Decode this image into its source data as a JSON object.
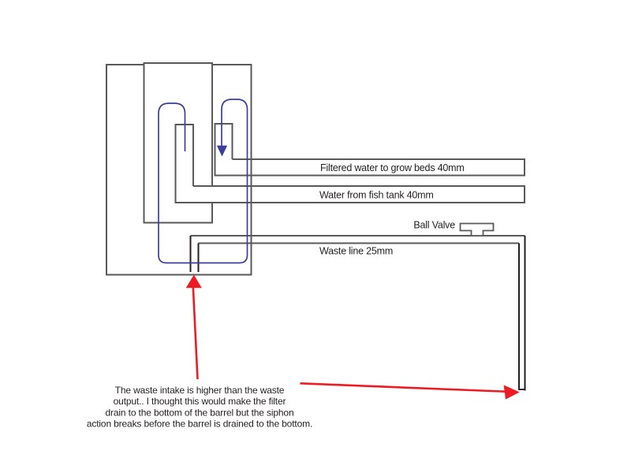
{
  "diagram": {
    "pipe_labels": {
      "filtered_water": "Filtered water to grow beds 40mm",
      "fish_tank_water": "Water from fish tank 40mm",
      "ball_valve": "Ball Valve",
      "waste_line": "Waste line 25mm"
    },
    "annotation": {
      "lines": [
        "The waste intake is higher than the waste",
        "output.. I thought this would make the filter",
        "drain to the bottom of the barrel but the siphon",
        "action breaks before the barrel is drained to the bottom."
      ]
    },
    "colors": {
      "outline_gray": "#58595b",
      "outline_dark": "#231f20",
      "flow_blue": "#3a3f9e",
      "arrow_red": "#ed1c24",
      "text": "#231f20",
      "background": "#ffffff"
    }
  }
}
